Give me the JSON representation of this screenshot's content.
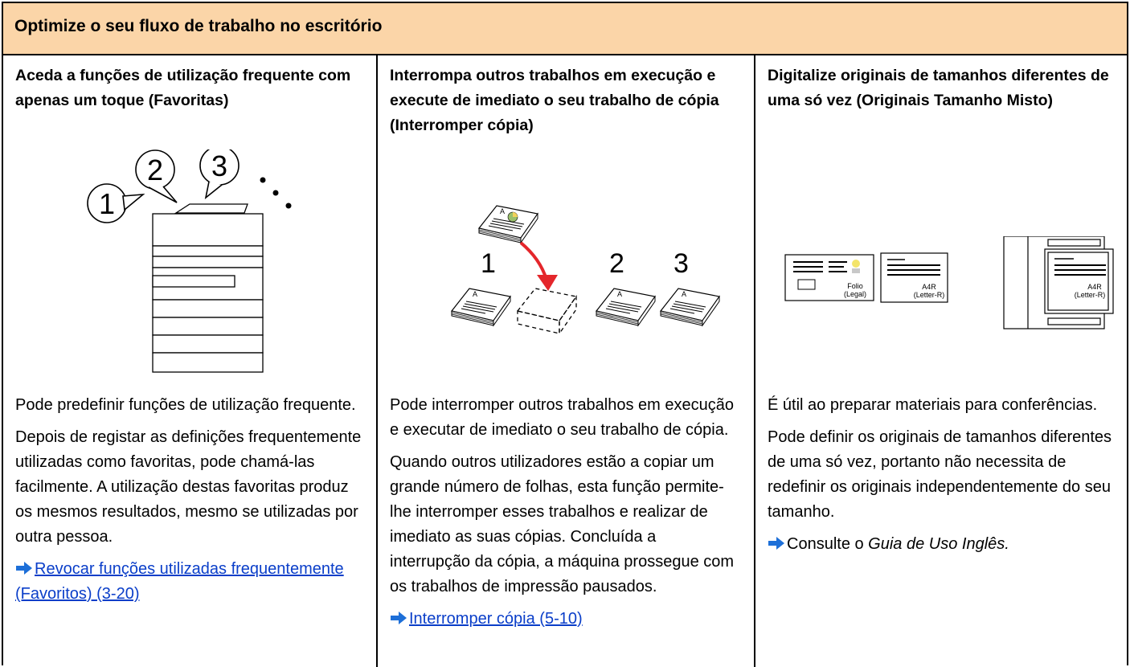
{
  "header": {
    "title": "Optimize o seu fluxo de trabalho no escritório"
  },
  "columns": [
    {
      "title": "Aceda a funções de utilização frequente com apenas um toque (Favoritas)",
      "illustration": {
        "callouts": [
          "1",
          "2",
          "3"
        ]
      },
      "paragraphs": [
        "Pode predefinir funções de utilização frequente.",
        "Depois de registar as definições frequentemente utilizadas como favoritas, pode chamá-las facilmente. A utilização destas favoritas produz os mesmos resultados, mesmo se utilizadas por outra pessoa."
      ],
      "link": "Revocar funções utilizadas frequentemente (Favoritos) (3-20)"
    },
    {
      "title": "Interrompa outros trabalhos em execução e execute de imediato o seu trabalho de cópia (Interromper cópia)",
      "illustration": {
        "numbers": [
          "1",
          "2",
          "3"
        ]
      },
      "paragraphs": [
        "Pode interromper outros trabalhos em execução e executar de imediato o seu trabalho de cópia.",
        "Quando outros utilizadores estão a copiar um grande número de folhas, esta função permite-lhe interromper esses trabalhos e realizar de imediato as suas cópias. Concluída a interrupção da cópia, a máquina prossegue com os trabalhos de impressão pausados."
      ],
      "link": "Interromper cópia (5-10)"
    },
    {
      "title": "Digitalize originais de tamanhos diferentes de uma só vez (Originais Tamanho Misto)",
      "illustration": {
        "doc1_label1": "Folio",
        "doc1_label2": "(Legal)",
        "doc2_label1": "A4R",
        "doc2_label2": "(Letter-R)",
        "doc3_label1": "A4R",
        "doc3_label2": "(Letter-R)"
      },
      "paragraphs": [
        "É útil ao preparar materiais para conferências.",
        "Pode definir os originais de tamanhos diferentes de uma só vez, portanto não necessita de redefinir os originais independentemente do seu tamanho."
      ],
      "reference_prefix": "Consulte o ",
      "reference_italic": "Guia de Uso Inglês."
    }
  ],
  "colors": {
    "header_bg": "#fbd5a8",
    "link": "#0a3ec9",
    "arrow": "#1d6fd8",
    "red_arrow": "#e4262b"
  }
}
